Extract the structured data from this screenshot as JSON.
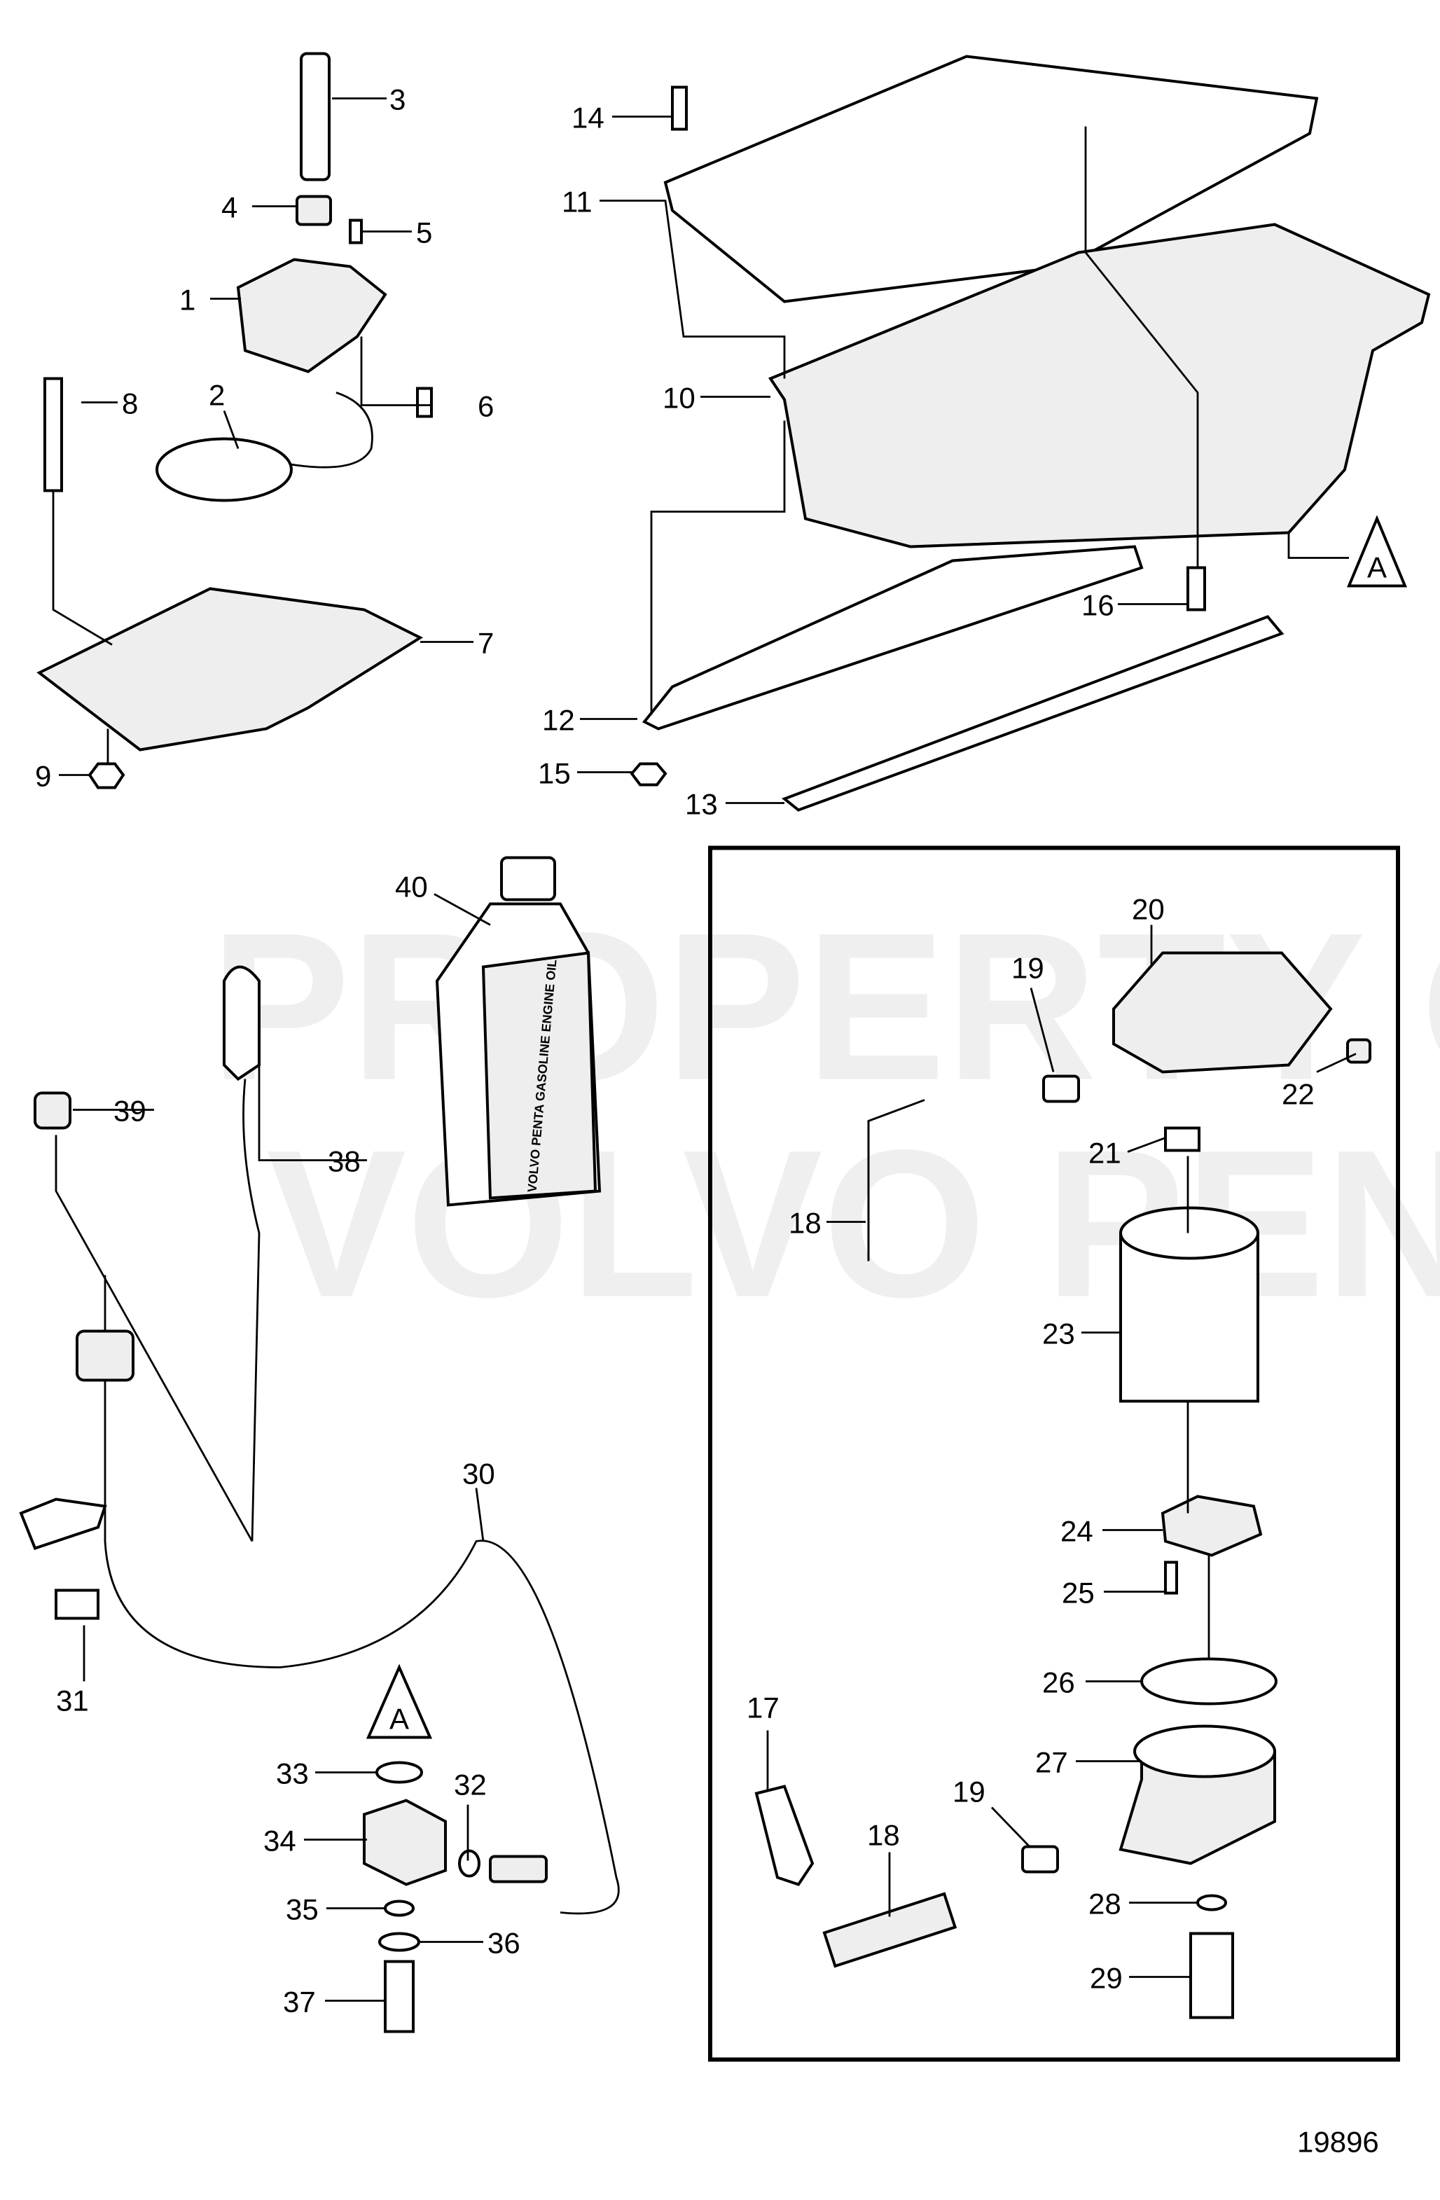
{
  "diagram": {
    "watermark": [
      "PROPERTY OF",
      "VOLVO PENTA"
    ],
    "figure_number": "19896",
    "reference_marker": "A",
    "callouts": [
      "1",
      "2",
      "3",
      "4",
      "5",
      "6",
      "7",
      "8",
      "9",
      "10",
      "11",
      "12",
      "13",
      "14",
      "15",
      "16",
      "17",
      "18",
      "19",
      "20",
      "21",
      "22",
      "23",
      "24",
      "25",
      "26",
      "27",
      "28",
      "29",
      "30",
      "31",
      "32",
      "33",
      "34",
      "35",
      "36",
      "37",
      "38",
      "39",
      "40"
    ],
    "callouts_repeat": {
      "19b": "19",
      "18b": "18"
    },
    "bottle_label": "VOLVO PENTA GASOLINE ENGINE OIL"
  }
}
